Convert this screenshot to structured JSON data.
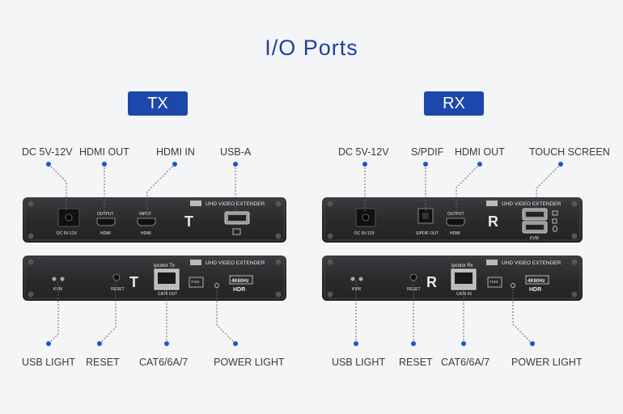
{
  "title": "I/O Ports",
  "tx": {
    "badge": "TX",
    "top_labels": [
      "DC 5V-12V",
      "HDMI OUT",
      "HDMI IN",
      "USB-A"
    ],
    "bottom_labels": [
      "USB LIGHT",
      "RESET",
      "CAT6/6A/7",
      "POWER LIGHT"
    ],
    "front": {
      "extender_text": "UHD VIDEO EXTENDER",
      "dc_label": "DC 5V-12V",
      "output_label": "OUTPUT",
      "hdmi_out_label": "HDMI",
      "input_label": "INPUT",
      "hdmi_in_label": "HDMI",
      "logo_letter": "T"
    },
    "back": {
      "extender_text": "UHD VIDEO EXTENDER",
      "kvm_label": "KVM",
      "reset_label": "RESET",
      "logo_letter": "T",
      "brand_label": "ipcolor Tx",
      "cat_label": "CAT6 OUT",
      "badge_247": "7×24",
      "badge_4k": "4K60Hz",
      "hdr_label": "HDR"
    }
  },
  "rx": {
    "badge": "RX",
    "top_labels": [
      "DC 5V-12V",
      "S/PDIF",
      "HDMI OUT",
      "TOUCH SCREEN"
    ],
    "bottom_labels": [
      "USB LIGHT",
      "RESET",
      "CAT6/6A/7",
      "POWER LIGHT"
    ],
    "front": {
      "extender_text": "UHD VIDEO EXTENDER",
      "dc_label": "DC 5V-12V",
      "spdif_label": "S/PDIF OUT",
      "output_label": "OUTPUT",
      "hdmi_out_label": "HDMI",
      "logo_letter": "R",
      "kvm_label": "KVM"
    },
    "back": {
      "extender_text": "UHD VIDEO EXTENDER",
      "kvm_label": "KVM",
      "reset_label": "RESET",
      "logo_letter": "R",
      "brand_label": "ipcolor Rx",
      "cat_label": "CAT6 IN",
      "badge_247": "7×24",
      "badge_4k": "4K60Hz",
      "hdr_label": "HDR"
    }
  },
  "colors": {
    "title": "#1f3fa6",
    "badge": "#1d47ab",
    "dot": "#1b56c9",
    "device": "#2a2b2d"
  }
}
